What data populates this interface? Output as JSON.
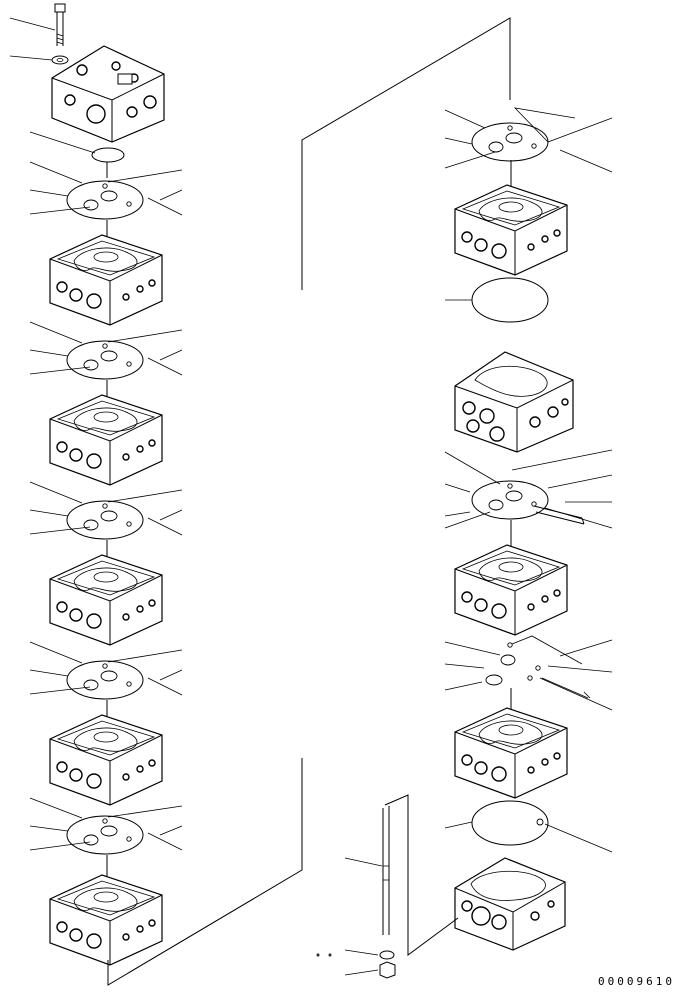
{
  "figure": {
    "drawing_code": "00009610",
    "line_color": "#000000",
    "background": "#ffffff"
  },
  "parts": {
    "left_column": [
      "bolt",
      "washer",
      "end-cover",
      "o-ring",
      "plate",
      "valve-section",
      "plate",
      "valve-section",
      "plate",
      "valve-section",
      "plate",
      "valve-section",
      "plate",
      "valve-section"
    ],
    "right_column": [
      "plate",
      "valve-section",
      "seal",
      "valve-section",
      "plate",
      "valve-section",
      "plate",
      "valve-section",
      "seal",
      "inlet-section",
      "tie-rod",
      "washer",
      "nut"
    ]
  }
}
